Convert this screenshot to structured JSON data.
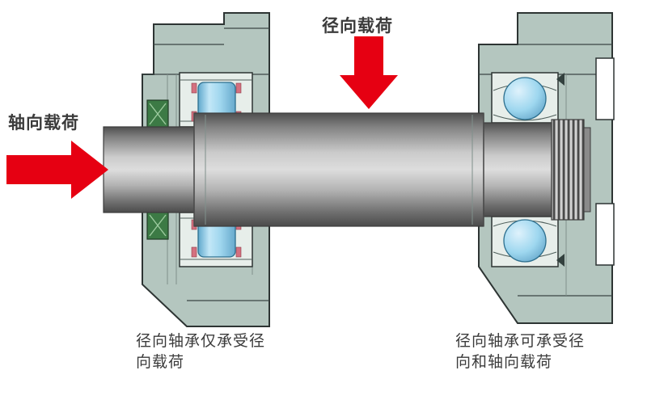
{
  "labels": {
    "radial_load": "径向载荷",
    "axial_load": "轴向载荷",
    "caption_left": "径向轴承仅承受径向载荷",
    "caption_right": "径向轴承可承受径向和轴向载荷"
  },
  "arrows": [
    {
      "name": "radial-load-arrow",
      "direction": "down"
    },
    {
      "name": "axial-load-arrow",
      "direction": "right"
    }
  ],
  "colors": {
    "arrow_red": "#e60012",
    "housing": "#b4c6bf",
    "roller_blue": "#8ecde8",
    "seal_green": "#3c7a45",
    "cage_pink": "#d4707f",
    "shaft_gray": "#c9c9c9",
    "text": "#3b3b3b"
  }
}
